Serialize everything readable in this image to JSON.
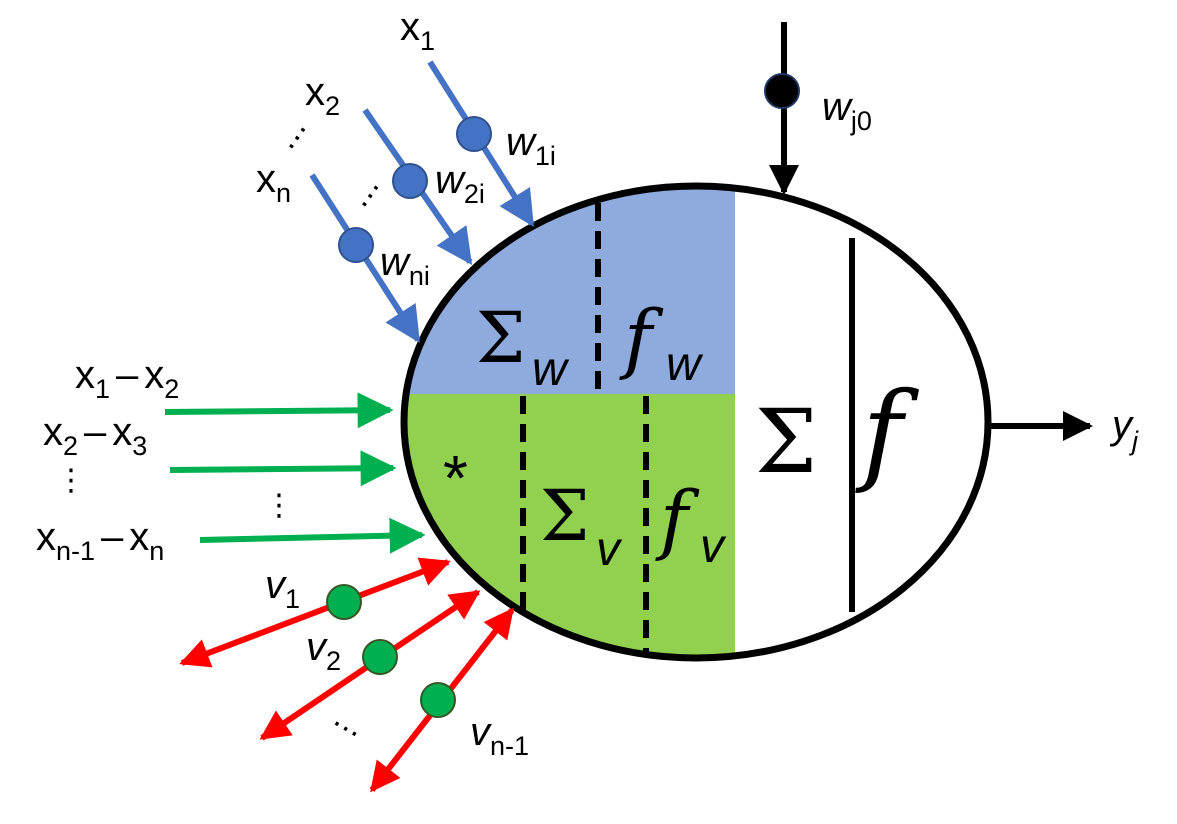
{
  "colors": {
    "blue_region": "#8faadc",
    "green_region": "#92d050",
    "blue_line": "#4472c4",
    "green_line": "#00b050",
    "red_line": "#ff0000",
    "outline": "#000000"
  },
  "inputs_top": [
    {
      "var": "x",
      "sub": "1",
      "weight": "w",
      "weight_sub": "1i"
    },
    {
      "var": "x",
      "sub": "2",
      "weight": "w",
      "weight_sub": "2i"
    },
    {
      "var": "x",
      "sub": "n",
      "weight": "w",
      "weight_sub": "ni"
    }
  ],
  "inputs_diff": [
    {
      "a": "x",
      "a_sub": "1",
      "op": "–",
      "b": "x",
      "b_sub": "2"
    },
    {
      "a": "x",
      "a_sub": "2",
      "op": "–",
      "b": "x",
      "b_sub": "3"
    },
    {
      "a": "x",
      "a_sub": "n-1",
      "op": "–",
      "b": "x",
      "b_sub": "n"
    }
  ],
  "outputs_v": [
    {
      "var": "v",
      "sub": "1"
    },
    {
      "var": "v",
      "sub": "2"
    },
    {
      "var": "v",
      "sub": "n-1"
    }
  ],
  "bias": {
    "var": "w",
    "sub": "j0"
  },
  "output": {
    "var": "y",
    "sub": "j"
  },
  "cells": {
    "sigma_w": "Σ",
    "sigma_w_sub": "w",
    "f_w": "f",
    "f_w_sub": "w",
    "star": "*",
    "sigma_v": "Σ",
    "sigma_v_sub": "v",
    "f_v": "f",
    "f_v_sub": "v",
    "sigma": "Σ",
    "f": "f"
  },
  "dots": {
    "top": "⋯",
    "mid": "⋮",
    "bottom": "⋯"
  }
}
